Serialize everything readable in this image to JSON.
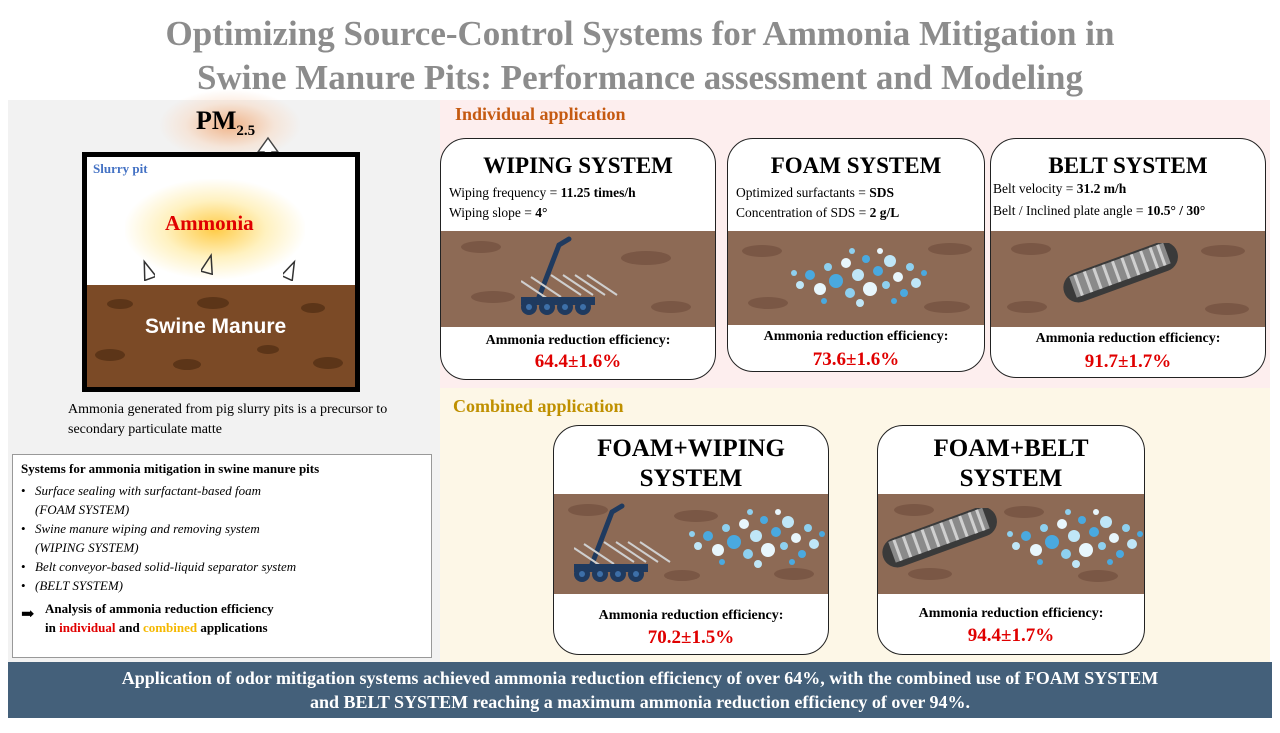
{
  "title": {
    "line1": "Optimizing Source-Control Systems for Ammonia Mitigation in",
    "line2": "Swine Manure Pits: Performance assessment and Modeling"
  },
  "pit": {
    "pm_text": "PM",
    "pm_sub": "2.5",
    "label": "Slurry pit",
    "gas": "Ammonia",
    "manure": "Swine Manure",
    "caption": "Ammonia generated from pig slurry pits is a precursor to secondary particulate matte"
  },
  "systems": {
    "title": "Systems for ammonia mitigation in swine manure pits",
    "items": [
      "Surface sealing with surfactant-based foam",
      "(FOAM SYSTEM)",
      "Swine manure wiping and removing system",
      "(WIPING SYSTEM)",
      "Belt conveyor-based solid-liquid separator system",
      "(BELT SYSTEM)"
    ],
    "analysis_line1": "Analysis of ammonia reduction efficiency",
    "analysis_in": "in",
    "analysis_individual": "individual",
    "analysis_and": "and",
    "analysis_combined": "combined",
    "analysis_applications": "applications"
  },
  "individual": {
    "label": "Individual application",
    "cards": [
      {
        "title": "WIPING SYSTEM",
        "p1_label": "Wiping frequency = ",
        "p1_value": "11.25 times/h",
        "p2_label": "Wiping slope = ",
        "p2_value": "4°",
        "eff_label": "Ammonia reduction efficiency:",
        "eff_value": "64.4±1.6%",
        "icon": "wiper-icon"
      },
      {
        "title": "FOAM SYSTEM",
        "p1_label": "Optimized surfactants = ",
        "p1_value": "SDS",
        "p2_label": "Concentration of SDS = ",
        "p2_value": "2 g/L",
        "eff_label": "Ammonia reduction efficiency:",
        "eff_value": "73.6±1.6%",
        "icon": "foam-bubbles-icon"
      },
      {
        "title": "BELT SYSTEM",
        "p1_label": "Belt velocity = ",
        "p1_value": "31.2 m/h",
        "p2_label": "Belt / Inclined plate angle = ",
        "p2_value": "10.5° / 30°",
        "eff_label": "Ammonia reduction efficiency:",
        "eff_value": "91.7±1.7%",
        "icon": "belt-conveyor-icon"
      }
    ]
  },
  "combined": {
    "label": "Combined application",
    "cards": [
      {
        "title1": "FOAM+WIPING",
        "title2": "SYSTEM",
        "eff_label": "Ammonia reduction efficiency:",
        "eff_value": "70.2±1.5%"
      },
      {
        "title1": "FOAM+BELT",
        "title2": "SYSTEM",
        "eff_label": "Ammonia reduction efficiency:",
        "eff_value": "94.4±1.7%"
      }
    ]
  },
  "banner": {
    "line1": "Application of odor mitigation systems achieved ammonia reduction efficiency of over 64%, with the combined use of FOAM SYSTEM",
    "line2": "and BELT SYSTEM reaching a maximum ammonia reduction efficiency of over 94%."
  },
  "colors": {
    "title": "#8c8c8c",
    "accent_red": "#e00000",
    "individual": "#c55a11",
    "combined": "#bf9000",
    "banner": "#44607a"
  }
}
